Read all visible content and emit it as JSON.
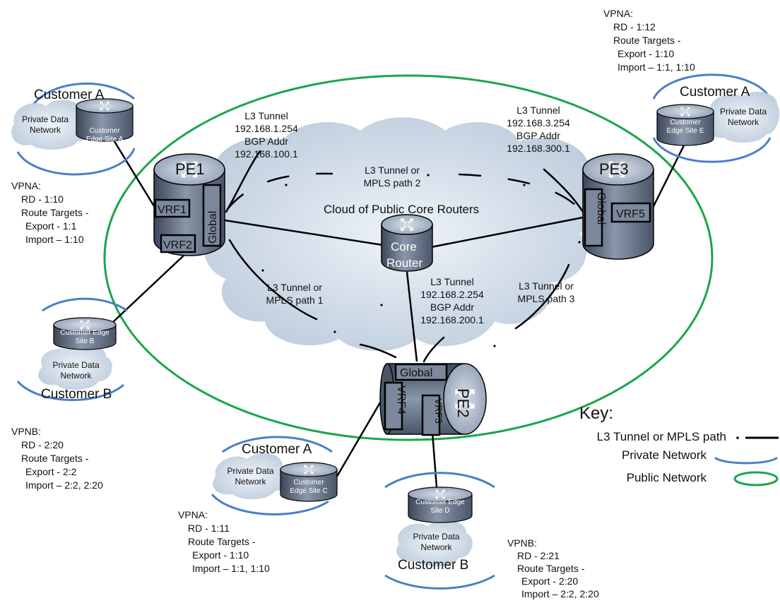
{
  "routers": {
    "pe1": {
      "label": "PE1",
      "vrf_a": "VRF1",
      "vrf_b": "VRF2",
      "global": "Global"
    },
    "pe2": {
      "label": "PE2",
      "vrf_a": "VRF4",
      "vrf_b": "VRF3",
      "global": "Global"
    },
    "pe3": {
      "label": "PE3",
      "vrf": "VRF5",
      "global": "Global"
    },
    "core": {
      "line1": "Core",
      "line2": "Router"
    }
  },
  "cloud": {
    "title": "Cloud of Public Core Routers"
  },
  "tunnels": {
    "pe1": [
      "L3 Tunnel",
      "192.168.1.254",
      "BGP Addr",
      "192.168.100.1"
    ],
    "pe2": [
      "L3 Tunnel",
      "192.168.2.254",
      "BGP Addr",
      "192.168.200.1"
    ],
    "pe3": [
      "L3 Tunnel",
      "192.168.3.254",
      "BGP Addr",
      "192.168.300.1"
    ]
  },
  "paths": {
    "path1": [
      "L3 Tunnel or",
      "MPLS path 1"
    ],
    "path2": [
      "L3 Tunnel or",
      "MPLS path 2"
    ],
    "path3": [
      "L3 Tunnel or",
      "MPLS path 3"
    ]
  },
  "sites": {
    "site_a": {
      "customer": "Customer A",
      "network": [
        "Private Data",
        "Network"
      ],
      "edge": [
        "Customer",
        "Edge Site A"
      ]
    },
    "site_b": {
      "customer": "Customer B",
      "network": [
        "Private Data",
        "Network"
      ],
      "edge": [
        "Customer Edge",
        "Site B"
      ]
    },
    "site_c": {
      "customer": "Customer A",
      "network": [
        "Private Data",
        "Network"
      ],
      "edge": [
        "Customer",
        "Edge Site C"
      ]
    },
    "site_d": {
      "customer": "Customer B",
      "network": [
        "Private Data",
        "Network"
      ],
      "edge": [
        "Customer Edge",
        "Site D"
      ]
    },
    "site_e": {
      "customer": "Customer A",
      "network": [
        "Private Data",
        "Network"
      ],
      "edge": [
        "Customer",
        "Edge Site E"
      ]
    }
  },
  "vpns": {
    "pe1_vpna": [
      "VPNA:",
      "RD - 1:10",
      "Route Targets -",
      "Export - 1:1",
      "Import – 1:10"
    ],
    "pe1_vpnb": [
      "VPNB:",
      "RD - 2:20",
      "Route Targets -",
      "Export - 2:2",
      "Import – 2:2, 2:20"
    ],
    "pe3_vpna": [
      "VPNA:",
      "RD - 1:12",
      "Route Targets -",
      "Export - 1:10",
      "Import – 1:1, 1:10"
    ],
    "pe2_vpna": [
      "VPNA:",
      "RD - 1:11",
      "Route Targets -",
      "Export - 1:10",
      "Import – 1:1, 1:10"
    ],
    "pe2_vpnb": [
      "VPNB:",
      "RD - 2:21",
      "Route Targets -",
      "Export - 2:20",
      "Import – 2:2, 2:20"
    ]
  },
  "key": {
    "title": "Key:",
    "tunnel": "L3 Tunnel or MPLS path",
    "private": "Private  Network",
    "public": "Public Network"
  },
  "colors": {
    "public_network": "#1aa64a",
    "private_network": "#4a7fc8",
    "cloud_fill": "#c9d7e8",
    "router_body": "#5c6a80",
    "router_top": "#b7c3d4",
    "link": "#000000"
  }
}
